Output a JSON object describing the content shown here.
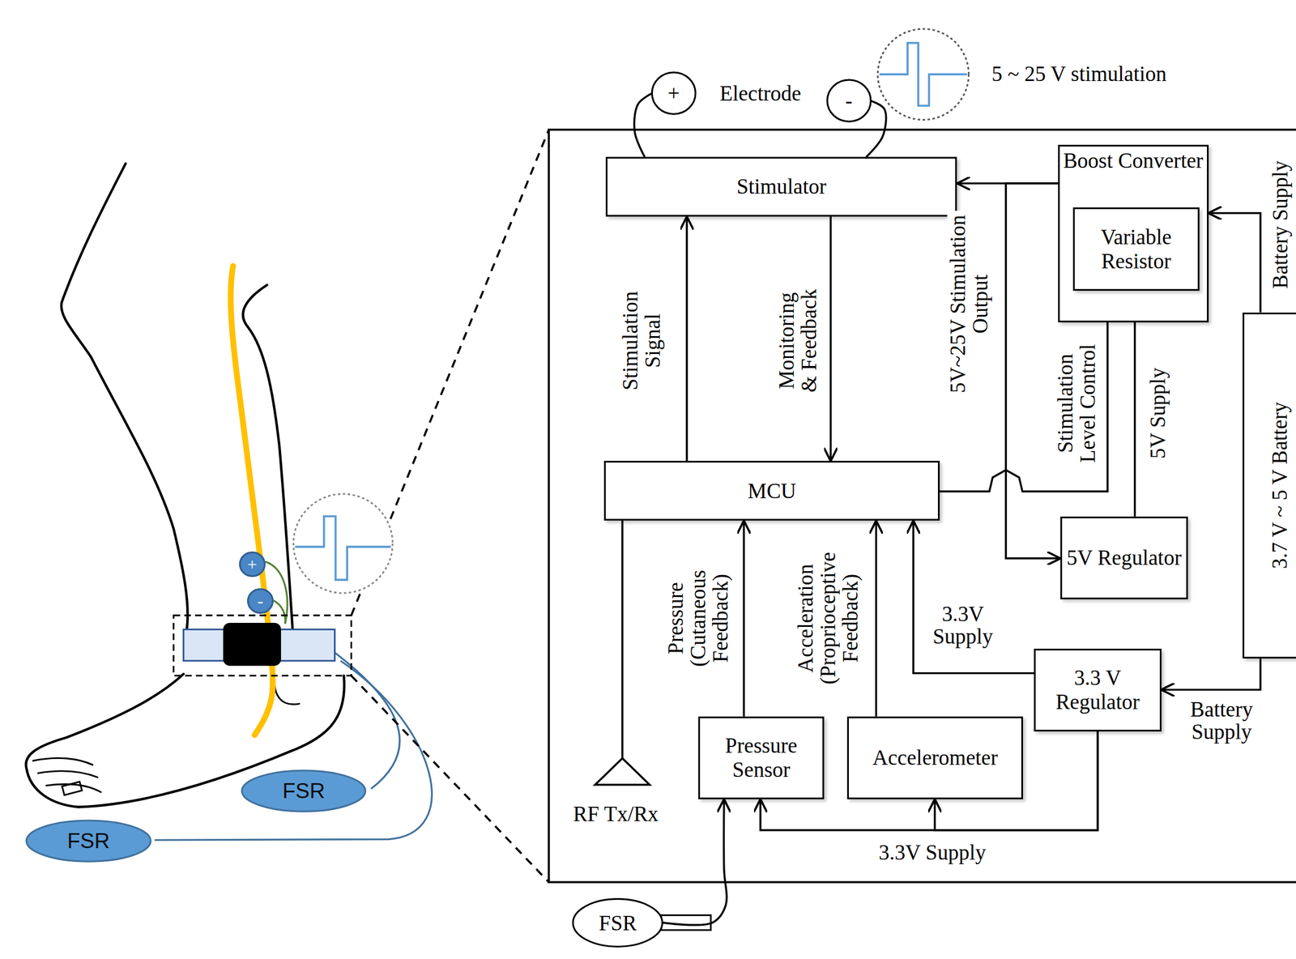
{
  "diagram": {
    "nodes": [
      {
        "text": [
          "+"
        ]
      },
      {
        "text": [
          "-"
        ]
      },
      {
        "text": [
          "Stimulator"
        ]
      },
      {
        "text": [
          "Boost Converter"
        ]
      },
      {
        "text": [
          "Variable Resistor"
        ],
        "in": 3
      },
      {
        "text": [
          "MCU"
        ]
      },
      {
        "text": [
          "5V Regulator"
        ]
      },
      {
        "text": [
          "3.7 V ~ 5 V Battery"
        ]
      },
      {
        "text": [
          "3.3 V Regulator"
        ]
      },
      {
        "text": [
          "Pressure Sensor"
        ]
      },
      {
        "text": [
          "Accelerometer"
        ]
      },
      {
        "text": [
          "FSR"
        ]
      },
      {
        "text": [
          "+"
        ]
      },
      {
        "text": [
          "-"
        ]
      },
      {
        "text": [
          "FSR"
        ]
      },
      {
        "text": [
          "FSR"
        ]
      }
    ],
    "edges": [
      {
        "from": 2,
        "to": 0,
        "arrow": "none"
      },
      {
        "from": 2,
        "to": 1,
        "arrow": "none"
      },
      {
        "from": 5,
        "to": 2,
        "arrow": "to",
        "label": "Stimulation Signal"
      },
      {
        "from": 2,
        "to": 5,
        "arrow": "to",
        "label": "Monitoring & Feedback"
      },
      {
        "from": 3,
        "to": 2,
        "arrow": "to"
      },
      {
        "from": 3,
        "to": 6,
        "arrow": "to",
        "label": "5V~25V Stimulation Output"
      },
      {
        "from": 5,
        "to": 4,
        "arrow": "to",
        "label": "Stimulation Level Control"
      },
      {
        "from": 6,
        "to": 4,
        "arrow": "to",
        "label": "5V Supply"
      },
      {
        "from": 7,
        "to": 3,
        "arrow": "to",
        "label": "Battery Supply"
      },
      {
        "from": 7,
        "to": 8,
        "arrow": "to",
        "label": "Battery Supply"
      },
      {
        "from": 8,
        "to": 5,
        "arrow": "to",
        "label": "3.3V Supply"
      },
      {
        "from": 8,
        "to": 9,
        "arrow": "to",
        "label": "3.3V Supply"
      },
      {
        "from": 8,
        "to": 10,
        "arrow": "to"
      },
      {
        "from": 9,
        "to": 5,
        "arrow": "to",
        "label": "Pressure (Cutaneous Feedback)"
      },
      {
        "from": 10,
        "to": 5,
        "arrow": "to",
        "label": "Acceleration (Proprioceptive Feedback)"
      },
      {
        "from": 11,
        "to": 9,
        "arrow": "to"
      }
    ],
    "labels": [
      "Electrode",
      "5 ~ 25 V stimulation",
      "RF Tx/Rx"
    ]
  }
}
